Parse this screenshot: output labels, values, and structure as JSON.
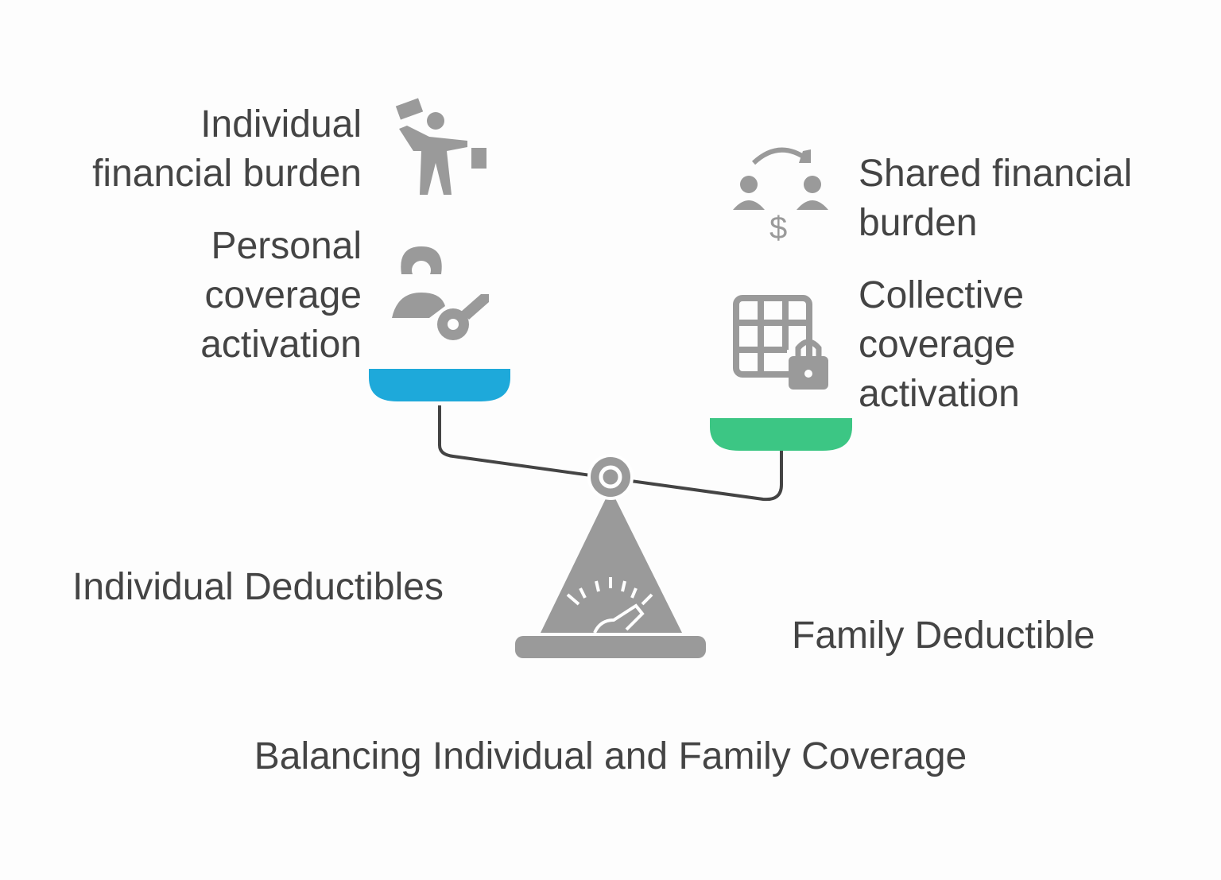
{
  "left": {
    "label": "Individual Deductibles",
    "items": [
      "Individual\nfinancial burden",
      "Personal\ncoverage\nactivation"
    ],
    "pan_color": "#1ea9da"
  },
  "right": {
    "label": "Family Deductible",
    "items": [
      "Shared financial\nburden",
      "Collective\ncoverage\nactivation"
    ],
    "pan_color": "#3cc684"
  },
  "title": "Balancing Individual and Family Coverage",
  "icon_color": "#9a9a9a"
}
